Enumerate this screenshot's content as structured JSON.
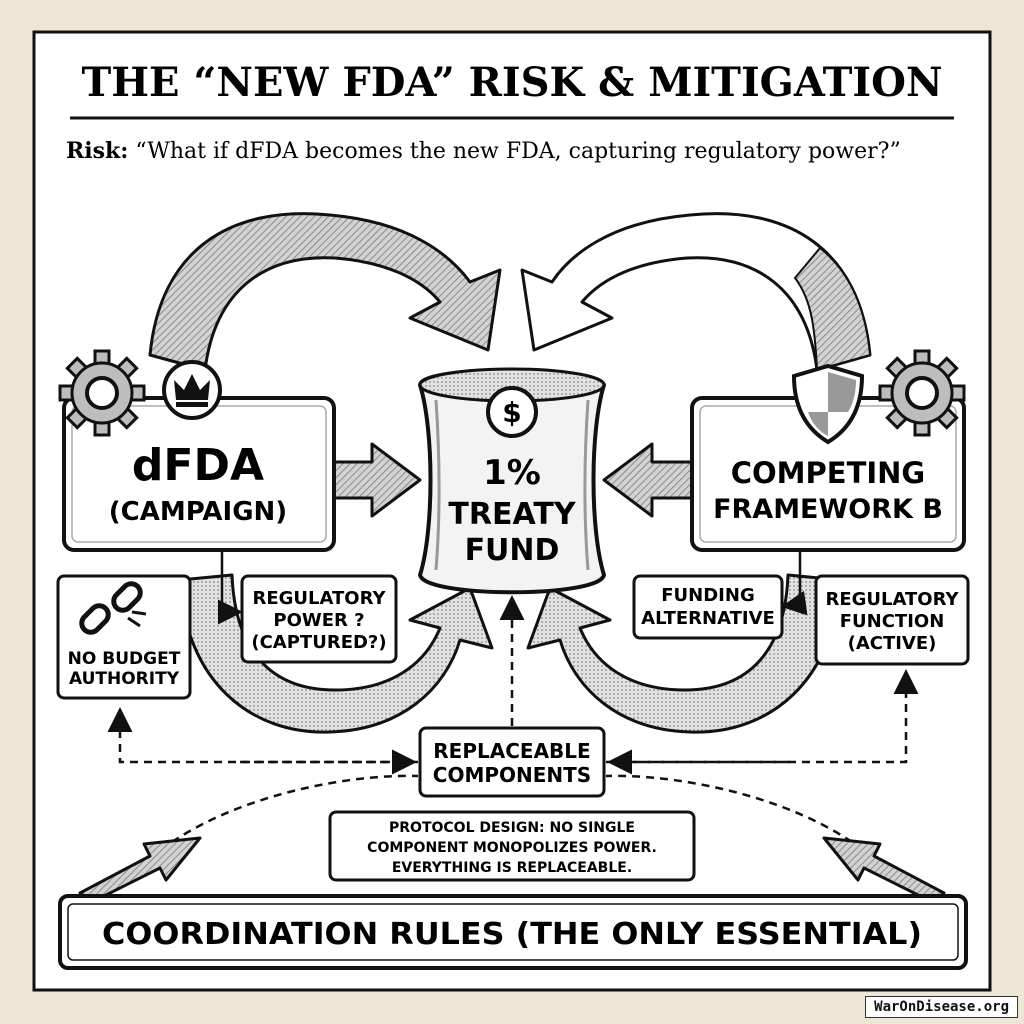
{
  "title": "THE “NEW FDA” RISK & MITIGATION",
  "risk": {
    "label": "Risk:",
    "text": " “What if dFDA becomes the new FDA, capturing regulatory power?”"
  },
  "center": {
    "line1": "1%",
    "line2": "TREATY",
    "line3": "FUND",
    "icon": "dollar-icon"
  },
  "left_box": {
    "line1": "dFDA",
    "line2": "(CAMPAIGN)",
    "icons": [
      "gear-icon",
      "crown-icon"
    ]
  },
  "right_box": {
    "line1": "COMPETING",
    "line2": "FRAMEWORK B",
    "icons": [
      "shield-icon",
      "gear-icon"
    ]
  },
  "no_budget": {
    "line1": "NO BUDGET",
    "line2": "AUTHORITY",
    "icon": "broken-chain-icon"
  },
  "reg_power": {
    "line1": "REGULATORY",
    "line2": "POWER ?",
    "line3": "(CAPTURED?)"
  },
  "funding_alt": {
    "line1": "FUNDING",
    "line2": "ALTERNATIVE"
  },
  "reg_function": {
    "line1": "REGULATORY",
    "line2": "FUNCTION",
    "line3": "(ACTIVE)"
  },
  "replaceable": {
    "line1": "REPLACEABLE",
    "line2": "COMPONENTS"
  },
  "protocol": {
    "line1": "PROTOCOL DESIGN: NO SINGLE",
    "line2": "COMPONENT MONOPOLIZES POWER.",
    "line3": "EVERYTHING IS REPLACEABLE."
  },
  "coordination": "COORDINATION RULES (THE ONLY ESSENTIAL)",
  "watermark": "WarOnDisease.org",
  "colors": {
    "paper": "#efe7d6",
    "panel": "#ffffff",
    "ink": "#111111",
    "arrow_fill": "#bdbdbd"
  }
}
